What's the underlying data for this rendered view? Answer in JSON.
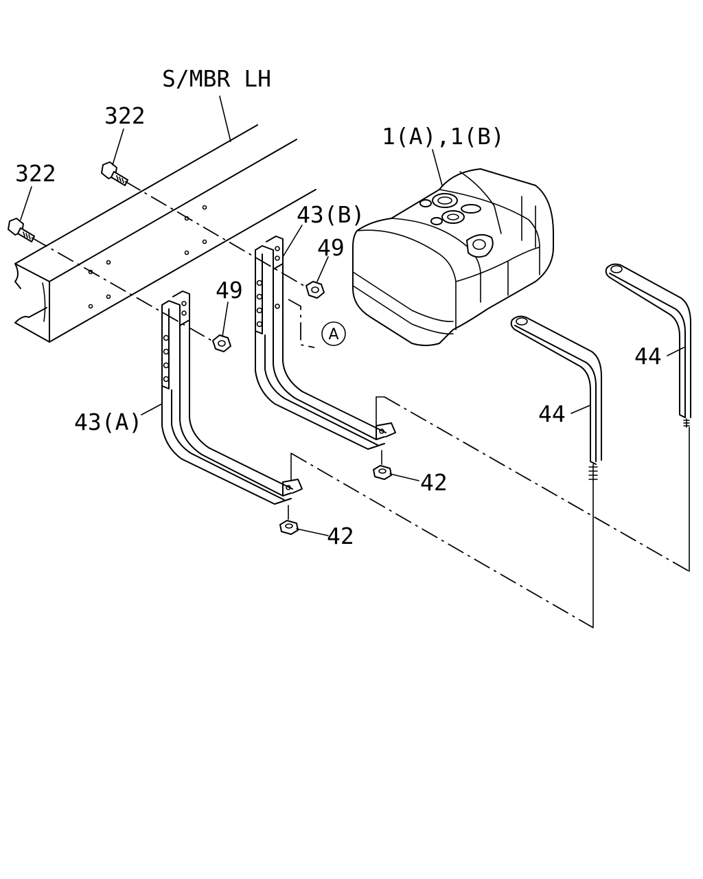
{
  "labels": {
    "side_member": "S/MBR LH",
    "bolt_upper": "322",
    "bolt_lower": "322",
    "tank": "1(A),1(B)",
    "bracket_b": "43(B)",
    "nut_49_right": "49",
    "nut_49_left": "49",
    "bracket_a": "43(A)",
    "nut_42_right": "42",
    "nut_42_left": "42",
    "strap_right": "44",
    "strap_left": "44",
    "ref_circle": "A"
  },
  "colors": {
    "line": "#000000",
    "background": "#ffffff"
  }
}
